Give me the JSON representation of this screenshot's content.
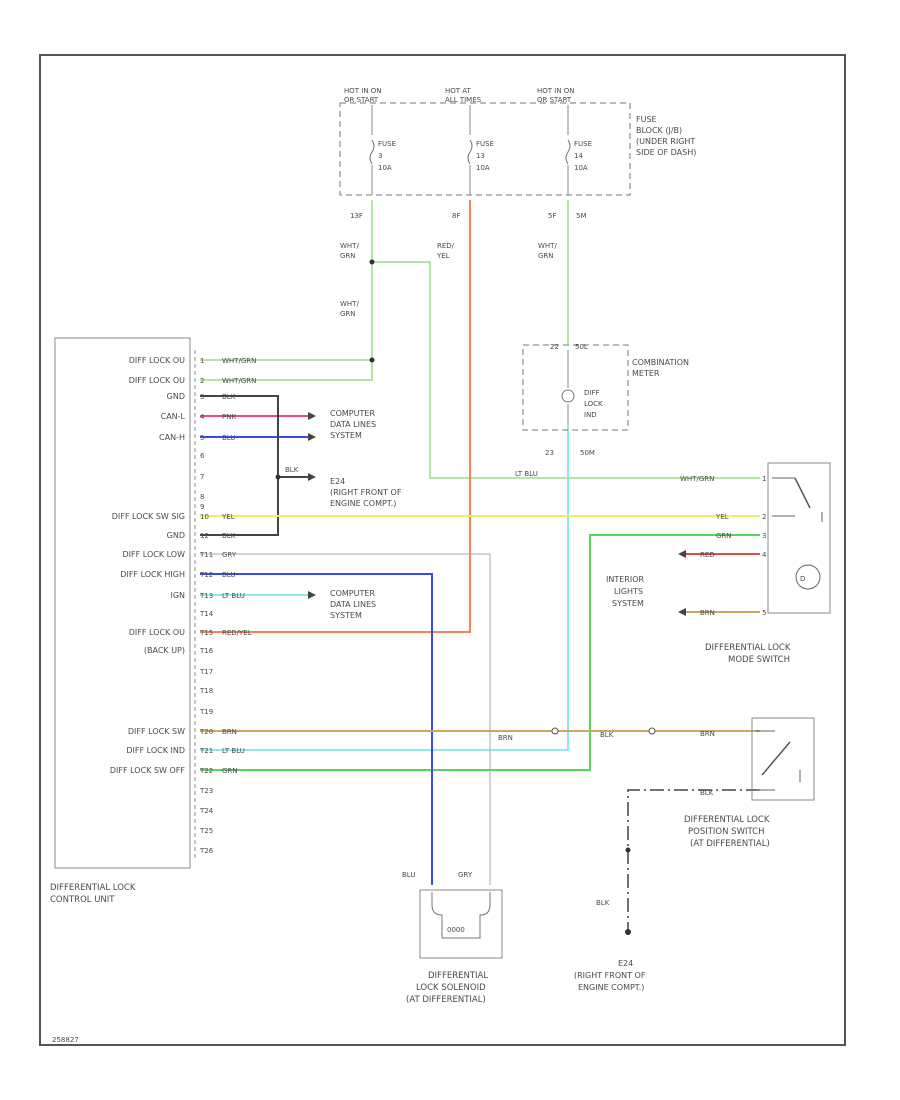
{
  "fuses": [
    {
      "hot": [
        "HOT IN ON",
        "OR START"
      ],
      "label": [
        "FUSE",
        "3",
        "10A"
      ],
      "term": "13F",
      "term2": ""
    },
    {
      "hot": [
        "HOT AT",
        "ALL TIMES"
      ],
      "label": [
        "FUSE",
        "13",
        "10A"
      ],
      "term": "8F",
      "term2": ""
    },
    {
      "hot": [
        "HOT IN ON",
        "OR START"
      ],
      "label": [
        "FUSE",
        "14",
        "10A"
      ],
      "term": "5F",
      "term2": "5M"
    }
  ],
  "fuse_block": [
    "FUSE",
    "BLOCK (J/B)",
    "(UNDER RIGHT",
    "SIDE OF DASH)"
  ],
  "wire_labels": {
    "w1": [
      "WHT/",
      "GRN"
    ],
    "w2": [
      "RED/",
      "YEL"
    ],
    "w3": [
      "WHT/",
      "GRN"
    ],
    "w4": [
      "WHT/",
      "GRN"
    ]
  },
  "meter": {
    "label": [
      "COMBINATION",
      "METER"
    ],
    "indicator": [
      "DIFF",
      "LOCK",
      "IND"
    ],
    "pins": [
      "22",
      "50L",
      "23",
      "50M"
    ]
  },
  "control_unit": {
    "caption": [
      "DIFFERENTIAL LOCK",
      "CONTROL UNIT"
    ],
    "rows": [
      {
        "pin": "1",
        "func": "DIFF LOCK OU",
        "wire": "WHT/GRN"
      },
      {
        "pin": "2",
        "func": "DIFF LOCK OU",
        "wire": "WHT/GRN"
      },
      {
        "pin": "3",
        "func": "GND",
        "wire": "BLK"
      },
      {
        "pin": "4",
        "func": "CAN-L",
        "wire": "PNK"
      },
      {
        "pin": "5",
        "func": "CAN-H",
        "wire": "BLU"
      },
      {
        "pin": "6",
        "func": "",
        "wire": ""
      },
      {
        "pin": "7",
        "func": "",
        "wire": ""
      },
      {
        "pin": "8",
        "func": "",
        "wire": ""
      },
      {
        "pin": "9",
        "func": "",
        "wire": ""
      },
      {
        "pin": "10",
        "func": "DIFF LOCK SW SIG",
        "wire": "YEL"
      },
      {
        "pin": "12",
        "func": "GND",
        "wire": "BLK"
      },
      {
        "pin": "T11",
        "func": "DIFF LOCK LOW",
        "wire": "GRY"
      },
      {
        "pin": "T12",
        "func": "DIFF LOCK HIGH",
        "wire": "BLU"
      },
      {
        "pin": "T13",
        "func": "IGN",
        "wire": "LT BLU"
      },
      {
        "pin": "T14",
        "func": "",
        "wire": ""
      },
      {
        "pin": "T15",
        "func": "DIFF LOCK OU",
        "wire": "RED/YEL"
      },
      {
        "pin": "T16",
        "func": "(BACK UP)",
        "wire": ""
      },
      {
        "pin": "T17",
        "func": "",
        "wire": ""
      },
      {
        "pin": "T18",
        "func": "",
        "wire": ""
      },
      {
        "pin": "T19",
        "func": "",
        "wire": ""
      },
      {
        "pin": "T20",
        "func": "DIFF LOCK SW",
        "wire": "BRN"
      },
      {
        "pin": "T21",
        "func": "DIFF LOCK IND",
        "wire": "LT BLU"
      },
      {
        "pin": "T22",
        "func": "DIFF LOCK SW OFF",
        "wire": "GRN"
      },
      {
        "pin": "T23",
        "func": "",
        "wire": ""
      },
      {
        "pin": "T24",
        "func": "",
        "wire": ""
      },
      {
        "pin": "T25",
        "func": "",
        "wire": ""
      },
      {
        "pin": "T26",
        "func": "",
        "wire": ""
      }
    ]
  },
  "computer1": [
    "COMPUTER",
    "DATA LINES",
    "SYSTEM"
  ],
  "computer2": [
    "COMPUTER",
    "DATA LINES",
    "SYSTEM"
  ],
  "e24_upper": {
    "wire": "BLK",
    "label": [
      "E24",
      "(RIGHT FRONT OF",
      "ENGINE COMPT.)"
    ]
  },
  "mode_switch": {
    "caption": [
      "DIFFERENTIAL LOCK",
      "MODE SWITCH"
    ],
    "wires": [
      "WHT/GRN",
      "YEL",
      "GRN",
      "RED",
      "BRN"
    ],
    "pins": [
      "1",
      "2",
      "3",
      "4",
      "5"
    ],
    "lt_blu": "LT BLU"
  },
  "interior": [
    "INTERIOR",
    "LIGHTS",
    "SYSTEM"
  ],
  "position_switch": {
    "caption": [
      "DIFFERENTIAL LOCK",
      "POSITION SWITCH",
      "(AT DIFFERENTIAL)"
    ],
    "wires": [
      "BRN",
      "BLK"
    ],
    "mid": [
      "BRN",
      "BLK"
    ]
  },
  "solenoid": {
    "caption": [
      "DIFFERENTIAL",
      "LOCK SOLENOID",
      "(AT DIFFERENTIAL)"
    ],
    "wires": [
      "BLU",
      "GRY"
    ],
    "body": "0000"
  },
  "e24_lower": {
    "wire": "BLK",
    "label": [
      "E24",
      "(RIGHT FRONT OF",
      "ENGINE COMPT.)"
    ]
  },
  "footer": "258827",
  "colors": {
    "wht_grn": "#b5e6a8",
    "red_yel": "#f5845a",
    "lt_blu": "#8ee8ee",
    "yel": "#f2f05a",
    "pnk": "#f04a78",
    "blu": "#3a4ae8",
    "blk": "#444444",
    "brn": "#c9a860",
    "grn": "#55d65a",
    "gry": "#aaaaaa",
    "red": "#e04a4a"
  }
}
